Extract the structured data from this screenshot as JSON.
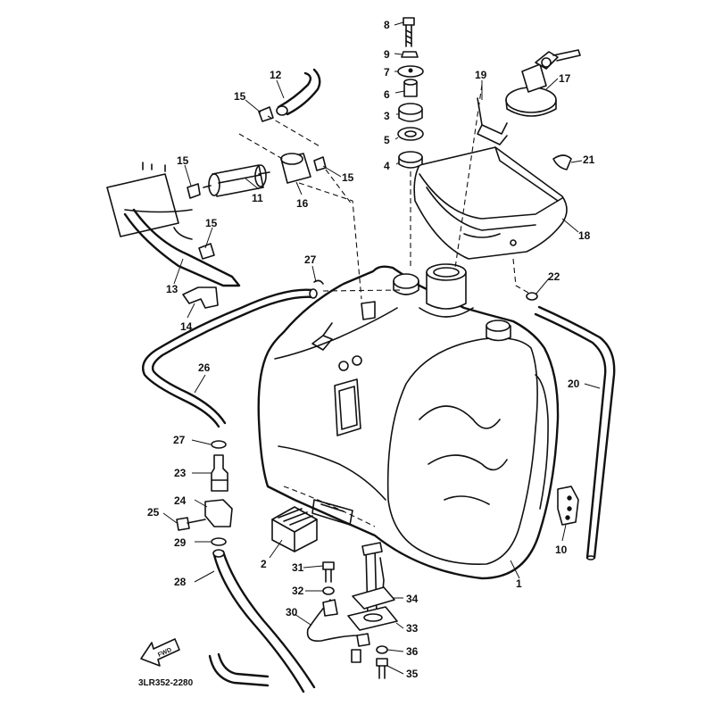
{
  "diagram": {
    "drawing_code": "3LR352-2280",
    "forward_arrow_label": "FWD",
    "callouts": [
      {
        "id": "c1",
        "label": "1"
      },
      {
        "id": "c2",
        "label": "2"
      },
      {
        "id": "c3",
        "label": "3"
      },
      {
        "id": "c4",
        "label": "4"
      },
      {
        "id": "c5",
        "label": "5"
      },
      {
        "id": "c6",
        "label": "6"
      },
      {
        "id": "c7",
        "label": "7"
      },
      {
        "id": "c8",
        "label": "8"
      },
      {
        "id": "c9",
        "label": "9"
      },
      {
        "id": "c10",
        "label": "10"
      },
      {
        "id": "c11",
        "label": "11"
      },
      {
        "id": "c12",
        "label": "12"
      },
      {
        "id": "c13",
        "label": "13"
      },
      {
        "id": "c14",
        "label": "14"
      },
      {
        "id": "c15a",
        "label": "15"
      },
      {
        "id": "c15b",
        "label": "15"
      },
      {
        "id": "c15c",
        "label": "15"
      },
      {
        "id": "c15d",
        "label": "15"
      },
      {
        "id": "c16",
        "label": "16"
      },
      {
        "id": "c17",
        "label": "17"
      },
      {
        "id": "c18",
        "label": "18"
      },
      {
        "id": "c19",
        "label": "19"
      },
      {
        "id": "c20",
        "label": "20"
      },
      {
        "id": "c21",
        "label": "21"
      },
      {
        "id": "c22",
        "label": "22"
      },
      {
        "id": "c23",
        "label": "23"
      },
      {
        "id": "c24",
        "label": "24"
      },
      {
        "id": "c25",
        "label": "25"
      },
      {
        "id": "c26",
        "label": "26"
      },
      {
        "id": "c27a",
        "label": "27"
      },
      {
        "id": "c27b",
        "label": "27"
      },
      {
        "id": "c28",
        "label": "28"
      },
      {
        "id": "c29",
        "label": "29"
      },
      {
        "id": "c30",
        "label": "30"
      },
      {
        "id": "c31",
        "label": "31"
      },
      {
        "id": "c32",
        "label": "32"
      },
      {
        "id": "c33",
        "label": "33"
      },
      {
        "id": "c34",
        "label": "34"
      },
      {
        "id": "c35",
        "label": "35"
      },
      {
        "id": "c36",
        "label": "36"
      }
    ]
  }
}
